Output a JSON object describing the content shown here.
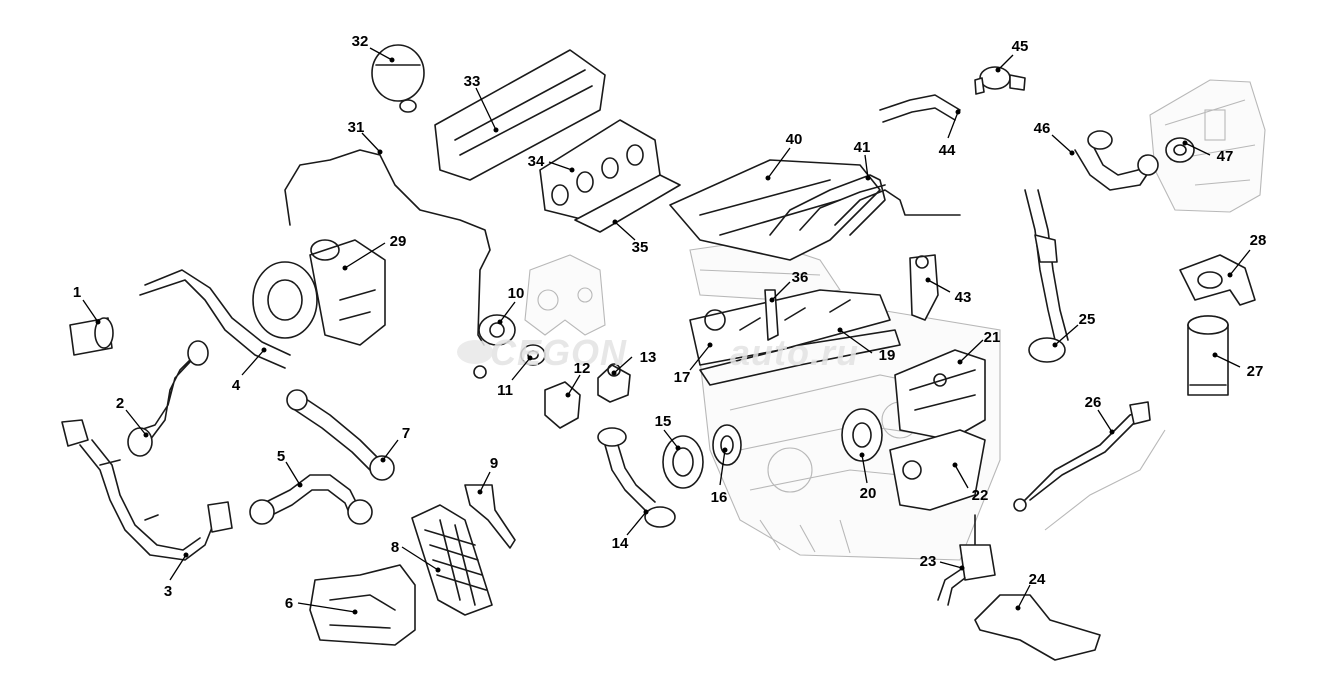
{
  "watermark": {
    "brand": "CEGON",
    "suffix": "auto.ru",
    "color": "#e3e3e3"
  },
  "callouts": [
    "1",
    "2",
    "3",
    "4",
    "5",
    "6",
    "7",
    "8",
    "9",
    "10",
    "11",
    "12",
    "13",
    "14",
    "15",
    "16",
    "17",
    "19",
    "20",
    "21",
    "22",
    "23",
    "24",
    "25",
    "26",
    "27",
    "28",
    "29",
    "31",
    "32",
    "33",
    "34",
    "35",
    "36",
    "40",
    "41",
    "43",
    "44",
    "45",
    "46",
    "47"
  ],
  "colors": {
    "line": "#1a1a1a",
    "ghost": "#b8b8b8",
    "label": "#000000"
  }
}
